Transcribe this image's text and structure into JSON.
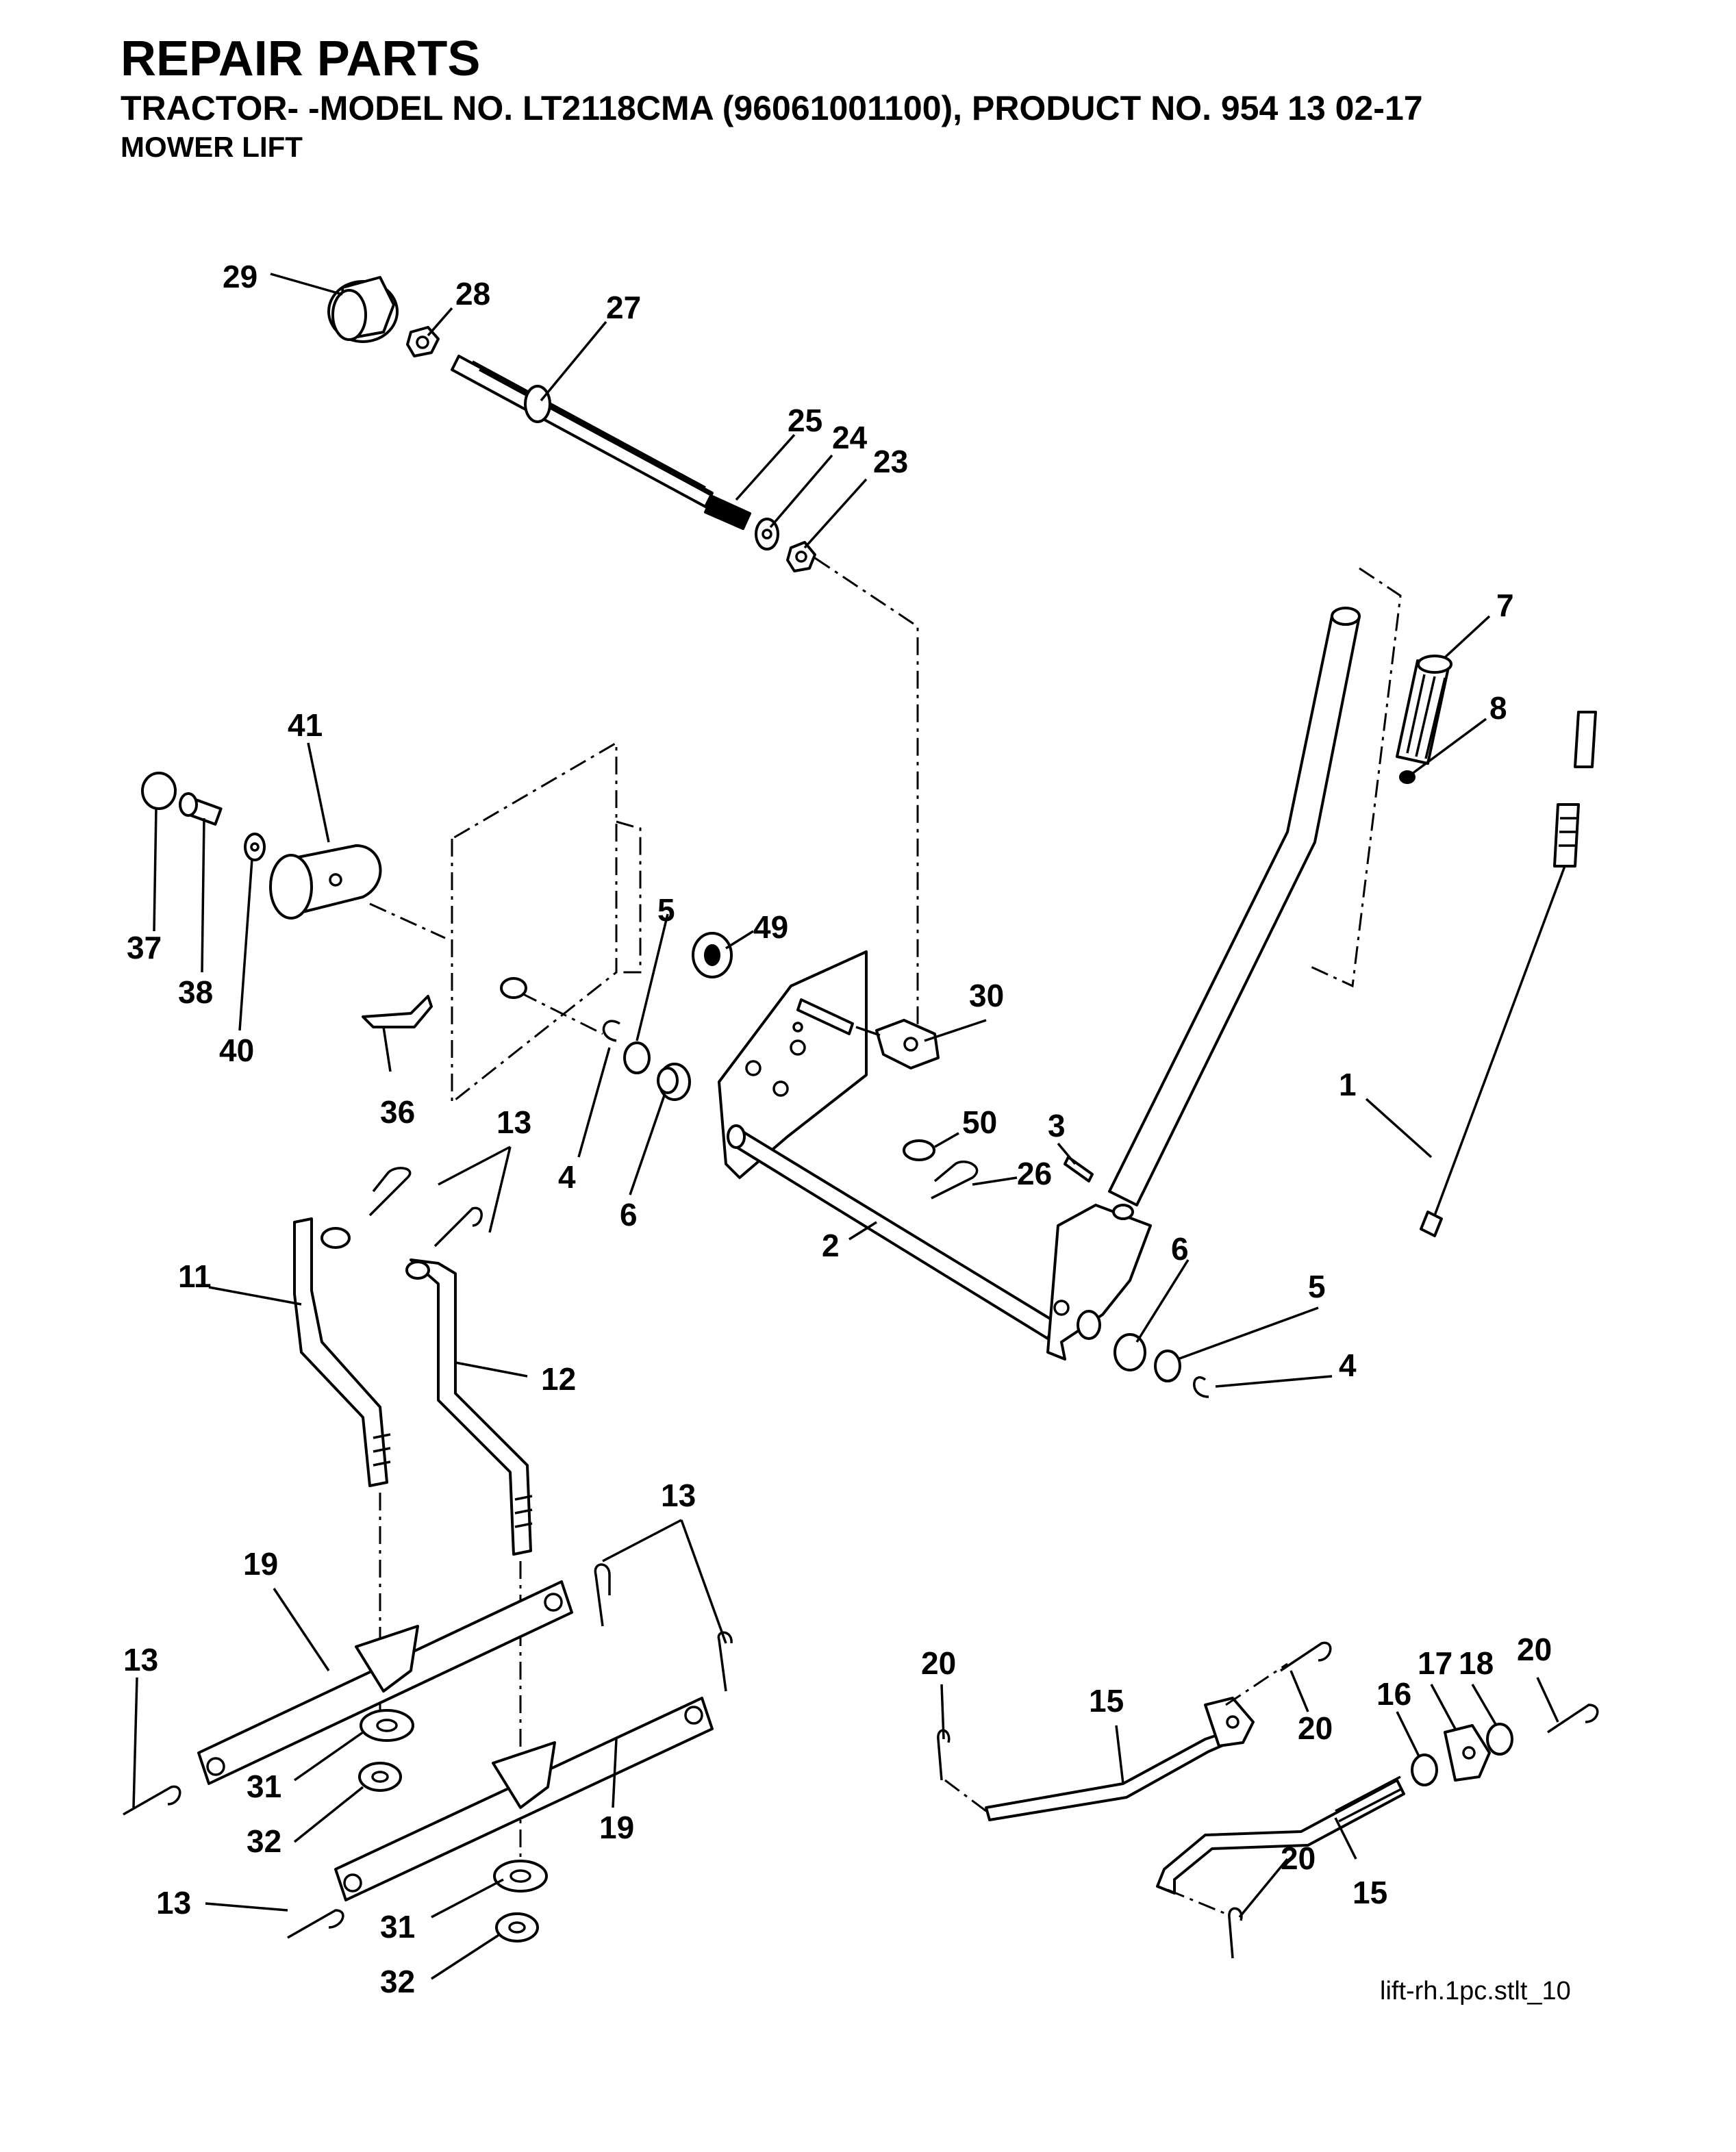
{
  "header": {
    "title": "REPAIR PARTS",
    "subtitle": "TRACTOR- -MODEL NO. LT2118CMA (96061001100), PRODUCT NO. 954 13 02-17",
    "section": "MOWER LIFT"
  },
  "callouts": {
    "c1": "1",
    "c2": "2",
    "c3": "3",
    "c4a": "4",
    "c4b": "4",
    "c5a": "5",
    "c5b": "5",
    "c6a": "6",
    "c6b": "6",
    "c7": "7",
    "c8": "8",
    "c11": "11",
    "c12": "12",
    "c13a": "13",
    "c13b": "13",
    "c13c": "13",
    "c13d": "13",
    "c15a": "15",
    "c15b": "15",
    "c16": "16",
    "c17": "17",
    "c18": "18",
    "c19a": "19",
    "c19b": "19",
    "c20a": "20",
    "c20b": "20",
    "c20c": "20",
    "c20d": "20",
    "c23": "23",
    "c24": "24",
    "c25": "25",
    "c26": "26",
    "c27": "27",
    "c28": "28",
    "c29": "29",
    "c30": "30",
    "c31a": "31",
    "c31b": "31",
    "c32a": "32",
    "c32b": "32",
    "c36": "36",
    "c37": "37",
    "c38": "38",
    "c40": "40",
    "c41": "41",
    "c49": "49",
    "c50": "50"
  },
  "reference": "lift-rh.1pc.stlt_10"
}
